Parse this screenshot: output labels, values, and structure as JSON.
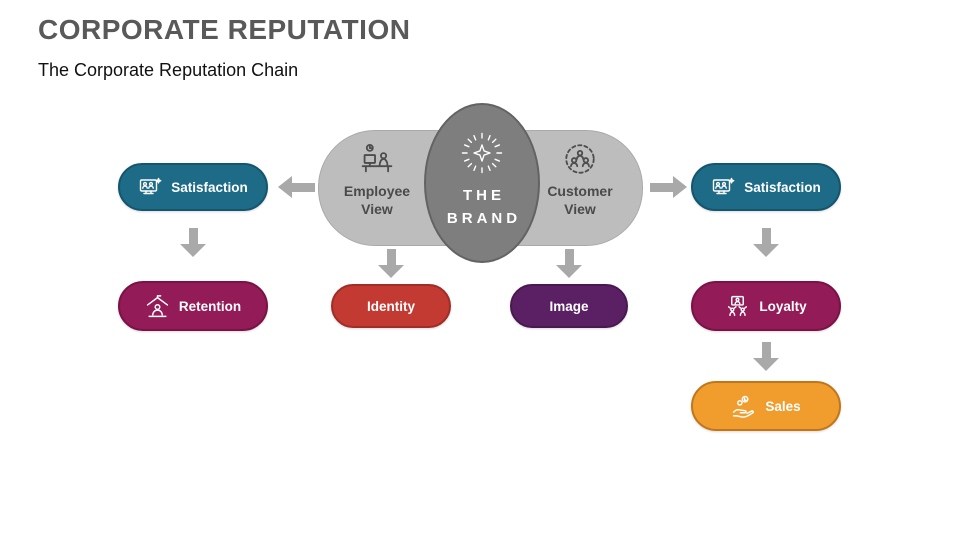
{
  "slide": {
    "title": "CORPORATE REPUTATION",
    "subtitle": "The Corporate Reputation Chain"
  },
  "brand": {
    "line1": "THE",
    "line2": "BRAND"
  },
  "views": {
    "employee": "Employee View",
    "customer": "Customer View"
  },
  "pills": {
    "satisfaction_left": "Satisfaction",
    "retention": "Retention",
    "identity": "Identity",
    "image": "Image",
    "satisfaction_right": "Satisfaction",
    "loyalty": "Loyalty",
    "sales": "Sales"
  },
  "icons": {
    "brand": "sparkle-star-icon",
    "employee_view": "employee-desk-icon",
    "customer_view": "people-group-icon",
    "satisfaction": "audience-board-icon",
    "retention": "house-person-icon",
    "loyalty": "fans-screen-icon",
    "sales": "hand-coins-icon"
  },
  "colors": {
    "title_gray": "#595959",
    "capsule_gray": "#bdbdbd",
    "ellipse_gray": "#7e7e7e",
    "ellipse_border": "#636363",
    "arrow_gray": "#a9a9a9",
    "teal": "#1e6b88",
    "teal_border": "#14566e",
    "magenta": "#931b57",
    "magenta_border": "#7a1246",
    "red": "#c23a32",
    "red_border": "#a12d27",
    "purple": "#5b2063",
    "purple_border": "#49184f",
    "orange": "#f09d2d",
    "orange_border": "#c1761c",
    "view_text": "#4d4d4d",
    "white": "#ffffff"
  }
}
